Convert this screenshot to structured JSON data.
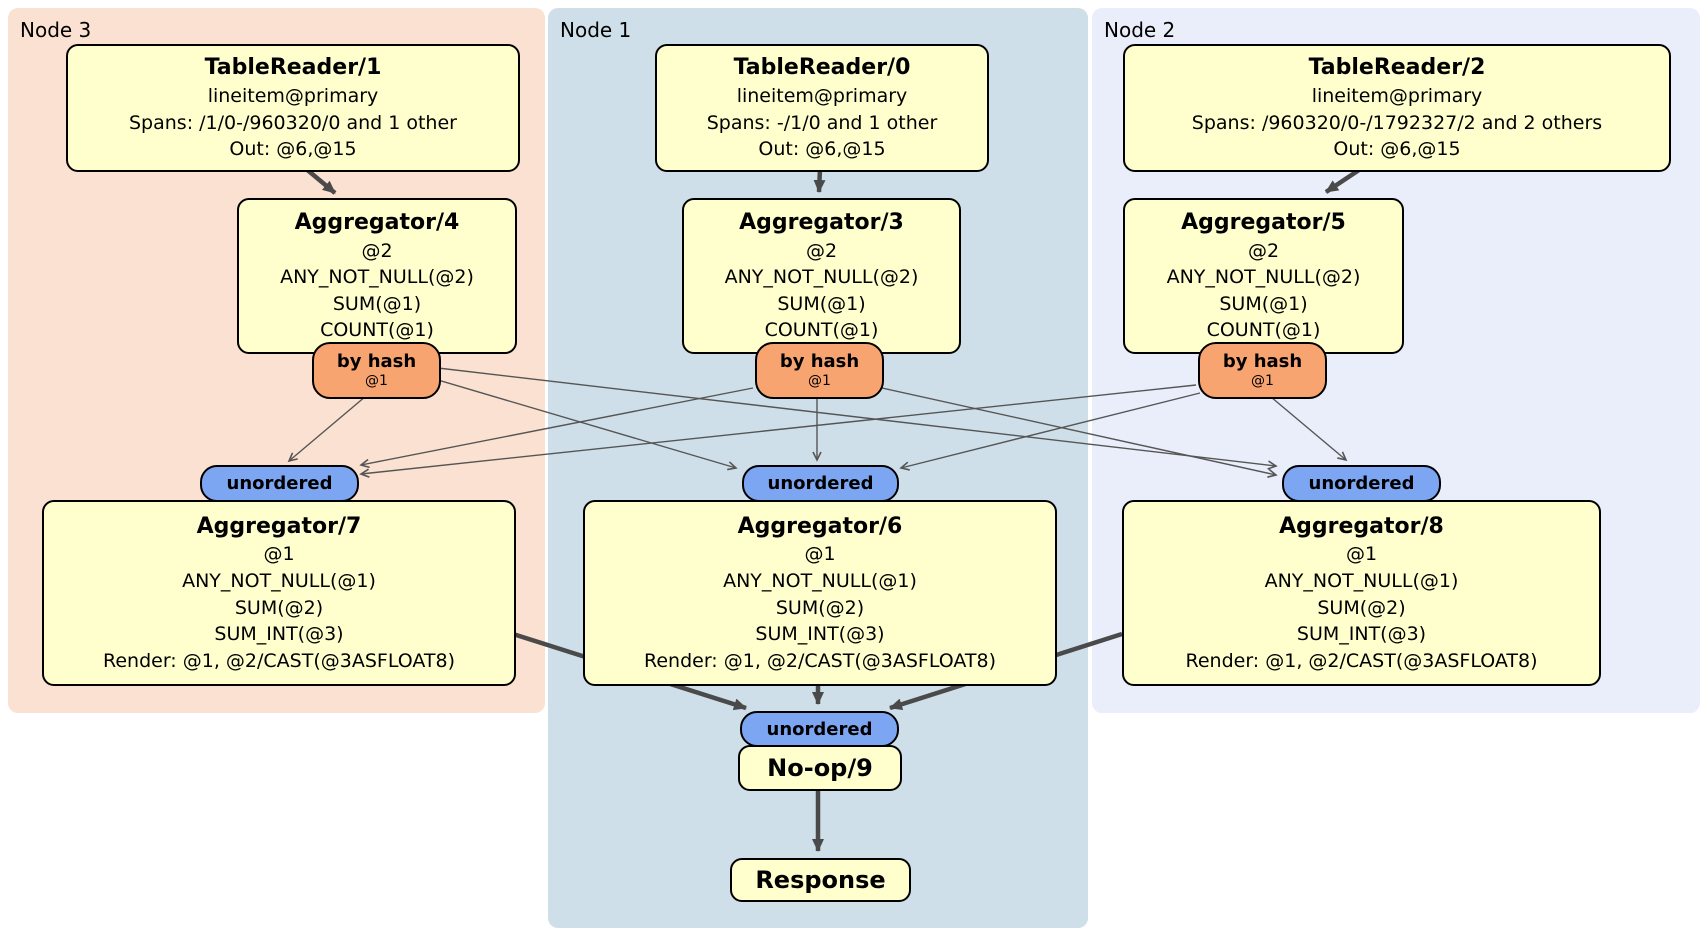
{
  "colors": {
    "region-node3": "#fbe1d1",
    "region-node1": "#cfdfe9",
    "region-node2": "#e9eefa",
    "box-fill": "#ffffce",
    "router-fill": "#f7a470",
    "sync-fill": "#7da6f2",
    "edge-thin": "#555555",
    "edge-thick": "#4a4a4a",
    "border": "#000000"
  },
  "regions": [
    {
      "label": "Node 3"
    },
    {
      "label": "Node 1"
    },
    {
      "label": "Node 2"
    }
  ],
  "processors": {
    "tr1": {
      "title": "TableReader/1",
      "lines": [
        "lineitem@primary",
        "Spans: /1/0-/960320/0 and 1 other",
        "Out: @6,@15"
      ]
    },
    "tr0": {
      "title": "TableReader/0",
      "lines": [
        "lineitem@primary",
        "Spans: -/1/0 and 1 other",
        "Out: @6,@15"
      ]
    },
    "tr2": {
      "title": "TableReader/2",
      "lines": [
        "lineitem@primary",
        "Spans: /960320/0-/1792327/2 and 2 others",
        "Out: @6,@15"
      ]
    },
    "agg4": {
      "title": "Aggregator/4",
      "lines": [
        "@2",
        "ANY_NOT_NULL(@2)",
        "SUM(@1)",
        "COUNT(@1)"
      ]
    },
    "agg3": {
      "title": "Aggregator/3",
      "lines": [
        "@2",
        "ANY_NOT_NULL(@2)",
        "SUM(@1)",
        "COUNT(@1)"
      ]
    },
    "agg5": {
      "title": "Aggregator/5",
      "lines": [
        "@2",
        "ANY_NOT_NULL(@2)",
        "SUM(@1)",
        "COUNT(@1)"
      ]
    },
    "agg7": {
      "title": "Aggregator/7",
      "lines": [
        "@1",
        "ANY_NOT_NULL(@1)",
        "SUM(@2)",
        "SUM_INT(@3)",
        "Render: @1, @2/CAST(@3ASFLOAT8)"
      ]
    },
    "agg6": {
      "title": "Aggregator/6",
      "lines": [
        "@1",
        "ANY_NOT_NULL(@1)",
        "SUM(@2)",
        "SUM_INT(@3)",
        "Render: @1, @2/CAST(@3ASFLOAT8)"
      ]
    },
    "agg8": {
      "title": "Aggregator/8",
      "lines": [
        "@1",
        "ANY_NOT_NULL(@1)",
        "SUM(@2)",
        "SUM_INT(@3)",
        "Render: @1, @2/CAST(@3ASFLOAT8)"
      ]
    },
    "noop": {
      "title": "No-op/9"
    },
    "response": {
      "title": "Response"
    }
  },
  "router": {
    "label": "by hash",
    "detail": "@1"
  },
  "sync": {
    "label": "unordered"
  }
}
